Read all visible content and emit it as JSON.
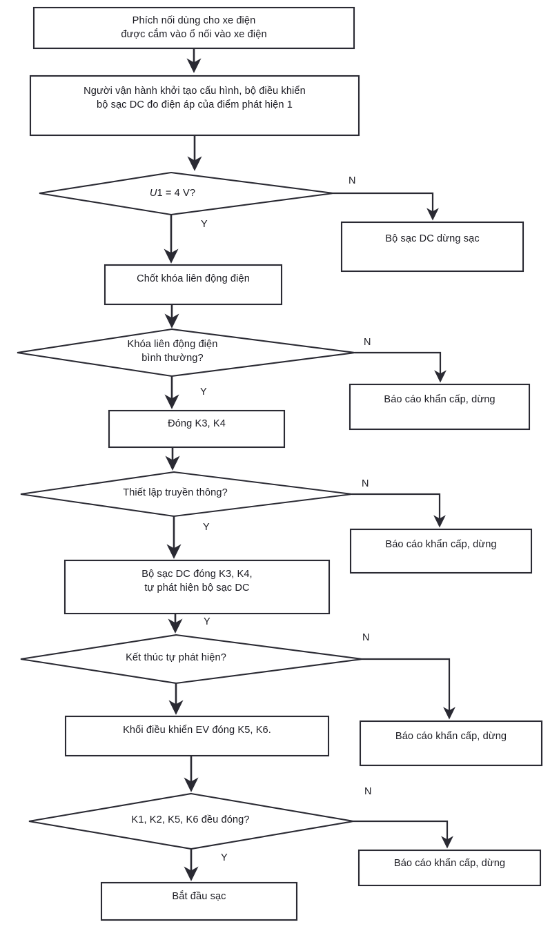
{
  "diagram": {
    "title": "Quy trinh sac xe dien - luu do",
    "stroke_color": "#2a2a33",
    "text_color": "#1b1b22",
    "background": "#ffffff",
    "nodes": [
      {
        "id": "n1",
        "type": "process",
        "text": "Phích nối dùng cho xe điện\nđược cắm vào ổ nối vào xe điện"
      },
      {
        "id": "n2",
        "type": "process",
        "text": "Người vận hành khởi tạo cấu hình, bộ điều khiển\nbộ sạc DC đo điện áp của điểm phát hiện 1"
      },
      {
        "id": "d1",
        "type": "decision",
        "text_prefix": "U",
        "text": "1 = 4 V?"
      },
      {
        "id": "n3",
        "type": "process",
        "text": "Bộ sạc DC dừng sạc"
      },
      {
        "id": "n4",
        "type": "process",
        "text": "Chốt khóa liên động điện"
      },
      {
        "id": "d2",
        "type": "decision",
        "text": "Khóa liên động điện\nbình thường?"
      },
      {
        "id": "n5",
        "type": "process",
        "text": "Báo cáo khẩn cấp, dừng"
      },
      {
        "id": "n6",
        "type": "process",
        "text": "Đóng K3, K4"
      },
      {
        "id": "d3",
        "type": "decision",
        "text": "Thiết lập truyền thông?"
      },
      {
        "id": "n7",
        "type": "process",
        "text": "Báo cáo khẩn cấp, dừng"
      },
      {
        "id": "n8",
        "type": "process",
        "text": "Bộ sạc DC đóng K3, K4,\ntự phát hiện bộ sạc DC"
      },
      {
        "id": "d4",
        "type": "decision",
        "text": "Kết thúc tự phát hiện?"
      },
      {
        "id": "n9",
        "type": "process",
        "text": "Báo cáo khẩn cấp, dừng"
      },
      {
        "id": "n10",
        "type": "process",
        "text": "Khối điều khiển EV đóng K5, K6."
      },
      {
        "id": "d5",
        "type": "decision",
        "text": "K1, K2, K5, K6 đều đóng?"
      },
      {
        "id": "n11",
        "type": "process",
        "text": "Báo cáo khẩn cấp, dừng"
      },
      {
        "id": "n12",
        "type": "process",
        "text": "Bắt đầu sạc"
      }
    ],
    "branch_labels": {
      "d1_no": "N",
      "d1_yes": "Y",
      "d2_no": "N",
      "d2_yes": "Y",
      "d3_no": "N",
      "d3_yes": "Y",
      "d4_no": "N",
      "d4_yes": "Y",
      "d5_no": "N",
      "d5_yes": "Y"
    }
  }
}
